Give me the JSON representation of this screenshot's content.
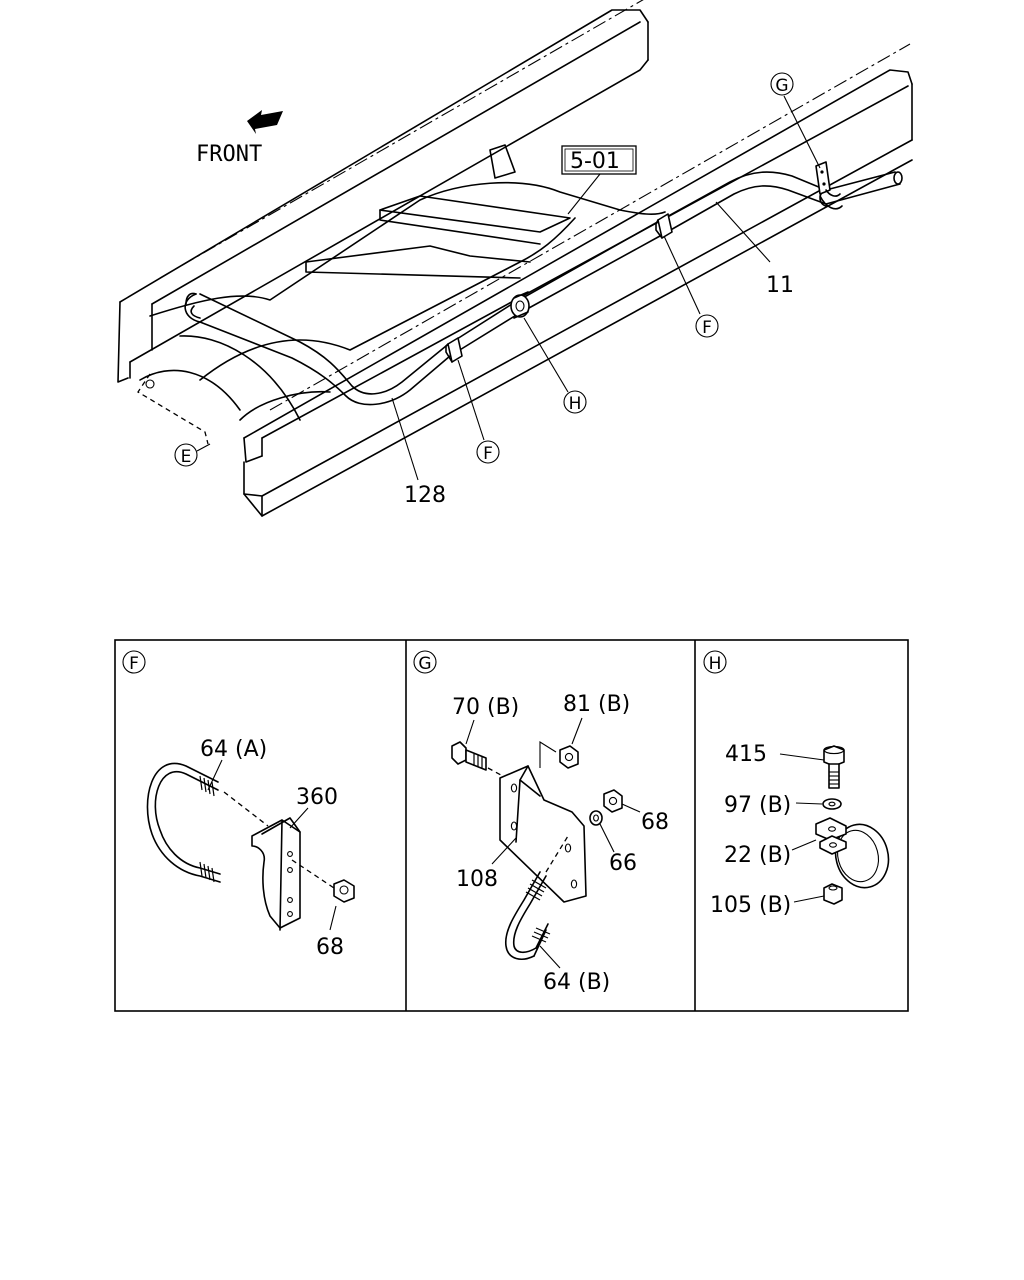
{
  "main_view": {
    "front_label": "FRONT",
    "ref_box": "5-01",
    "part_11": "11",
    "part_128": "128",
    "callout_e": "E",
    "callout_f": "F",
    "callout_g": "G",
    "callout_h": "H"
  },
  "detail_f": {
    "id": "F",
    "u_bolt": "64 (A)",
    "bracket": "360",
    "nut": "68"
  },
  "detail_g": {
    "id": "G",
    "bolt": "70 (B)",
    "nut_top": "81 (B)",
    "nut_right": "68",
    "washer": "66",
    "bracket": "108",
    "u_bolt": "64 (B)"
  },
  "detail_h": {
    "id": "H",
    "bolt": "415",
    "washer": "97 (B)",
    "clamp": "22 (B)",
    "nut": "105 (B)"
  }
}
